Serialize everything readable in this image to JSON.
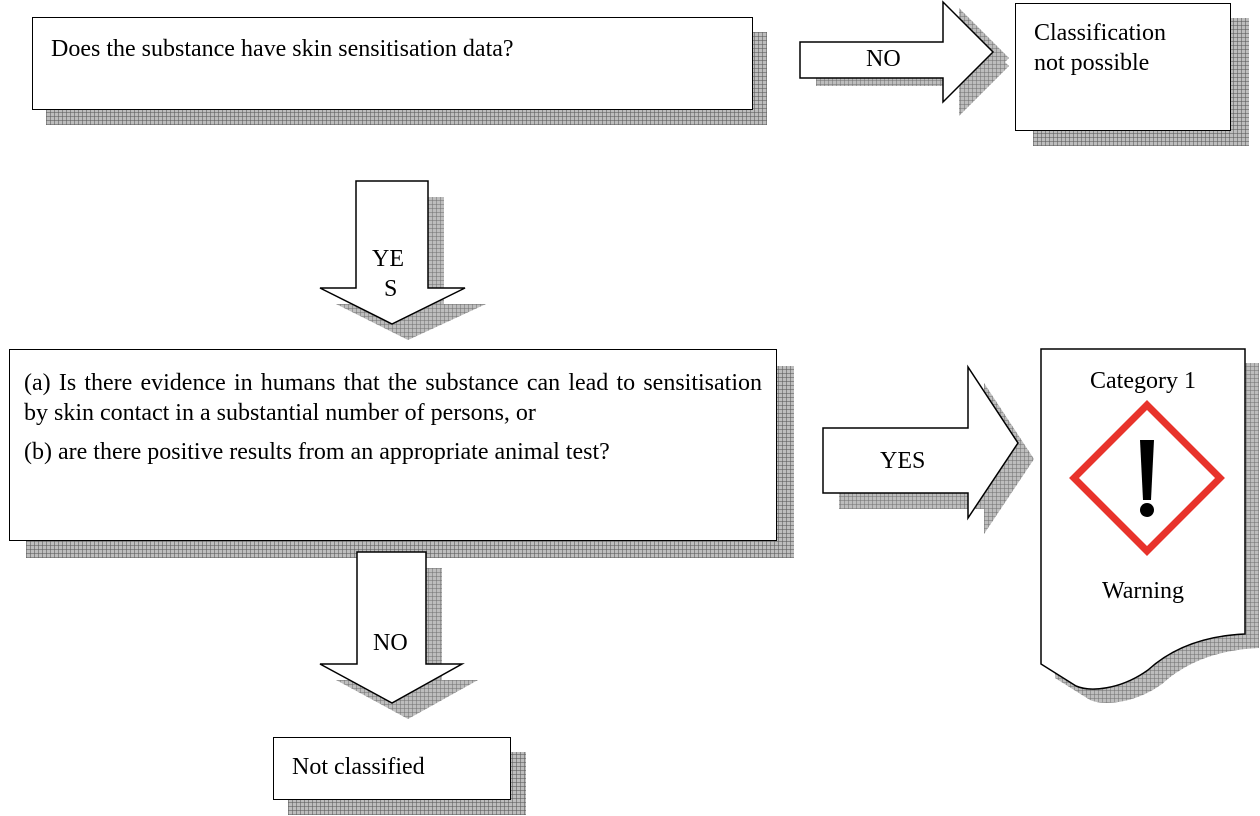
{
  "question1": {
    "text": "Does the substance have skin sensitisation data?"
  },
  "no_result": {
    "line1": "Classification",
    "line2": "not possible"
  },
  "arrow_yes_down": {
    "line1": "YE",
    "line2": "S"
  },
  "question2": {
    "part_a": "(a) Is there evidence in humans that the substance can lead to sensitisation by skin contact in a substantial number of persons, or",
    "part_b": "(b) are there positive results from an appropriate animal test?"
  },
  "arrow_no_right": {
    "label": "NO"
  },
  "arrow_yes_right": {
    "label": "YES"
  },
  "arrow_no_down": {
    "label": "NO"
  },
  "category": {
    "title": "Category 1",
    "signal_word": "Warning",
    "pictogram": "exclamation-mark-hazard-pictogram"
  },
  "not_classified": {
    "text": "Not classified"
  },
  "colors": {
    "pictogram_border": "#e8332b",
    "pictogram_symbol": "#000000",
    "shadow": "#bdbdbd"
  }
}
